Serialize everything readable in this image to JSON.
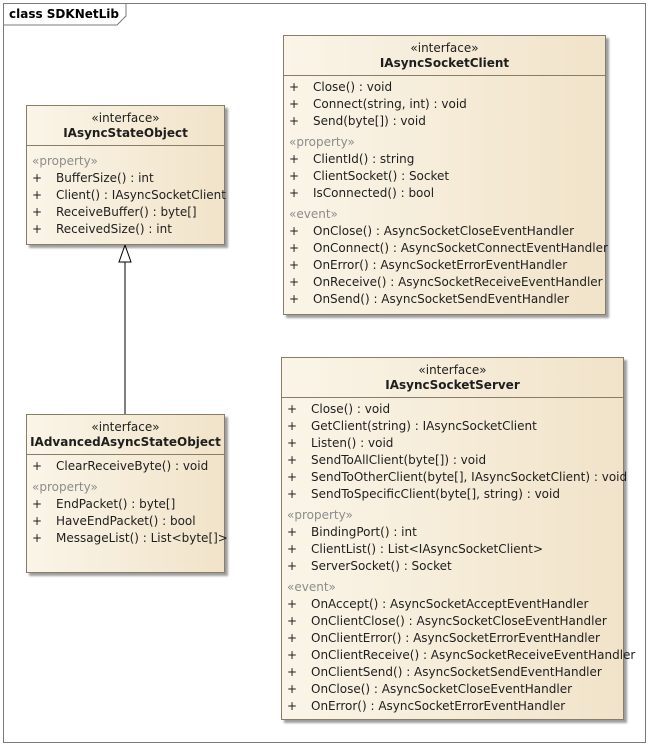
{
  "frame": {
    "title": "class SDKNetLib"
  },
  "boxes": {
    "state_object": {
      "stereotype": "«interface»",
      "name": "IAsyncStateObject",
      "sections": [
        {
          "label": "",
          "members": []
        },
        {
          "label": "«property»",
          "members": [
            {
              "vis": "+",
              "sig": "BufferSize() : int"
            },
            {
              "vis": "+",
              "sig": "Client() : IAsyncSocketClient"
            },
            {
              "vis": "+",
              "sig": "ReceiveBuffer() : byte[]"
            },
            {
              "vis": "+",
              "sig": "ReceivedSize() : int"
            }
          ]
        }
      ]
    },
    "advanced_state_object": {
      "stereotype": "«interface»",
      "name": "IAdvancedAsyncStateObject",
      "sections": [
        {
          "label": "",
          "members": [
            {
              "vis": "+",
              "sig": "ClearReceiveByte() : void"
            }
          ]
        },
        {
          "label": "«property»",
          "members": [
            {
              "vis": "+",
              "sig": "EndPacket() : byte[]"
            },
            {
              "vis": "+",
              "sig": "HaveEndPacket() : bool"
            },
            {
              "vis": "+",
              "sig": "MessageList() : List<byte[]>"
            }
          ]
        }
      ]
    },
    "socket_client": {
      "stereotype": "«interface»",
      "name": "IAsyncSocketClient",
      "sections": [
        {
          "label": "",
          "members": [
            {
              "vis": "+",
              "sig": "Close() : void"
            },
            {
              "vis": "+",
              "sig": "Connect(string, int) : void"
            },
            {
              "vis": "+",
              "sig": "Send(byte[]) : void"
            }
          ]
        },
        {
          "label": "«property»",
          "members": [
            {
              "vis": "+",
              "sig": "ClientId() : string"
            },
            {
              "vis": "+",
              "sig": "ClientSocket() : Socket"
            },
            {
              "vis": "+",
              "sig": "IsConnected() : bool"
            }
          ]
        },
        {
          "label": "«event»",
          "members": [
            {
              "vis": "+",
              "sig": "OnClose() : AsyncSocketCloseEventHandler"
            },
            {
              "vis": "+",
              "sig": "OnConnect() : AsyncSocketConnectEventHandler"
            },
            {
              "vis": "+",
              "sig": "OnError() : AsyncSocketErrorEventHandler"
            },
            {
              "vis": "+",
              "sig": "OnReceive() : AsyncSocketReceiveEventHandler"
            },
            {
              "vis": "+",
              "sig": "OnSend() : AsyncSocketSendEventHandler"
            }
          ]
        }
      ]
    },
    "socket_server": {
      "stereotype": "«interface»",
      "name": "IAsyncSocketServer",
      "sections": [
        {
          "label": "",
          "members": [
            {
              "vis": "+",
              "sig": "Close() : void"
            },
            {
              "vis": "+",
              "sig": "GetClient(string) : IAsyncSocketClient"
            },
            {
              "vis": "+",
              "sig": "Listen() : void"
            },
            {
              "vis": "+",
              "sig": "SendToAllClient(byte[]) : void"
            },
            {
              "vis": "+",
              "sig": "SendToOtherClient(byte[], IAsyncSocketClient) : void"
            },
            {
              "vis": "+",
              "sig": "SendToSpecificClient(byte[], string) : void"
            }
          ]
        },
        {
          "label": "«property»",
          "members": [
            {
              "vis": "+",
              "sig": "BindingPort() : int"
            },
            {
              "vis": "+",
              "sig": "ClientList() : List<IAsyncSocketClient>"
            },
            {
              "vis": "+",
              "sig": "ServerSocket() : Socket"
            }
          ]
        },
        {
          "label": "«event»",
          "members": [
            {
              "vis": "+",
              "sig": "OnAccept() : AsyncSocketAcceptEventHandler"
            },
            {
              "vis": "+",
              "sig": "OnClientClose() : AsyncSocketCloseEventHandler"
            },
            {
              "vis": "+",
              "sig": "OnClientError() : AsyncSocketErrorEventHandler"
            },
            {
              "vis": "+",
              "sig": "OnClientReceive() : AsyncSocketReceiveEventHandler"
            },
            {
              "vis": "+",
              "sig": "OnClientSend() : AsyncSocketSendEventHandler"
            },
            {
              "vis": "+",
              "sig": "OnClose() : AsyncSocketCloseEventHandler"
            },
            {
              "vis": "+",
              "sig": "OnError() : AsyncSocketErrorEventHandler"
            }
          ]
        }
      ]
    }
  },
  "relations": [
    {
      "type": "generalization",
      "from": "IAdvancedAsyncStateObject",
      "to": "IAsyncStateObject"
    }
  ]
}
